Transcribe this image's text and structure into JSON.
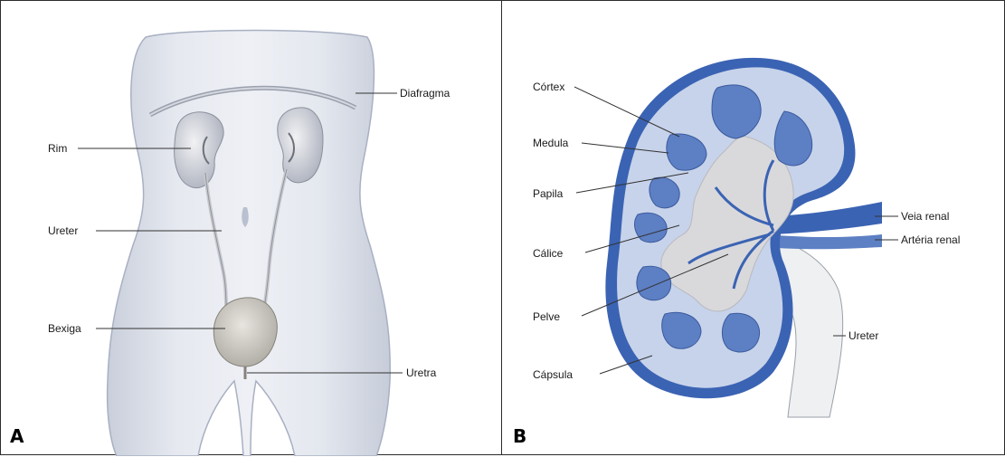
{
  "panel_a": {
    "letter": "A",
    "labels": {
      "diaphragm": "Diafragma",
      "kidney": "Rim",
      "ureter": "Ureter",
      "bladder": "Bexiga",
      "urethra": "Uretra"
    }
  },
  "panel_b": {
    "letter": "B",
    "labels": {
      "cortex": "Córtex",
      "medulla": "Medula",
      "papilla": "Papila",
      "calyx": "Cálice",
      "pelvis": "Pelve",
      "capsule": "Cápsula",
      "renal_vein": "Veia renal",
      "renal_artery": "Artéria renal",
      "ureter": "Ureter"
    }
  },
  "colors": {
    "body_fill": "#dfe3ec",
    "body_stroke": "#9aa3b6",
    "kidney_blue": "#3b63b3",
    "kidney_light": "#c7d3ea",
    "pelvis_gray": "#d9d9dc",
    "pyramid_blue": "#5d7fc3"
  }
}
